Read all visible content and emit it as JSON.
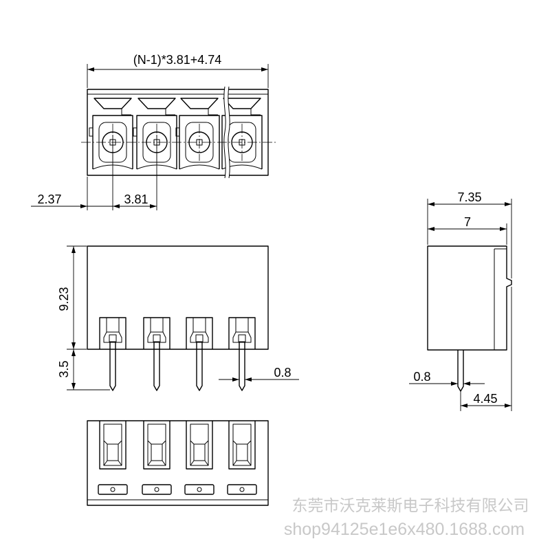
{
  "dimensions": {
    "overall_length": "(N-1)*3.81+4.74",
    "edge_to_first_pole": "2.37",
    "pitch": "3.81",
    "body_height": "9.23",
    "pin_length": "3.5",
    "pin_width_front": "0.8",
    "overall_depth": "7.35",
    "body_depth": "7",
    "pin_width_side": "0.8",
    "pin_to_back": "4.45"
  },
  "watermark": {
    "company": "东莞市沃克莱斯电子科技有限公司",
    "shop_url": "shop94125e1e6x480.1688.com"
  },
  "colors": {
    "line": "#000000",
    "watermark": "#c8c8c8",
    "background": "#ffffff"
  }
}
